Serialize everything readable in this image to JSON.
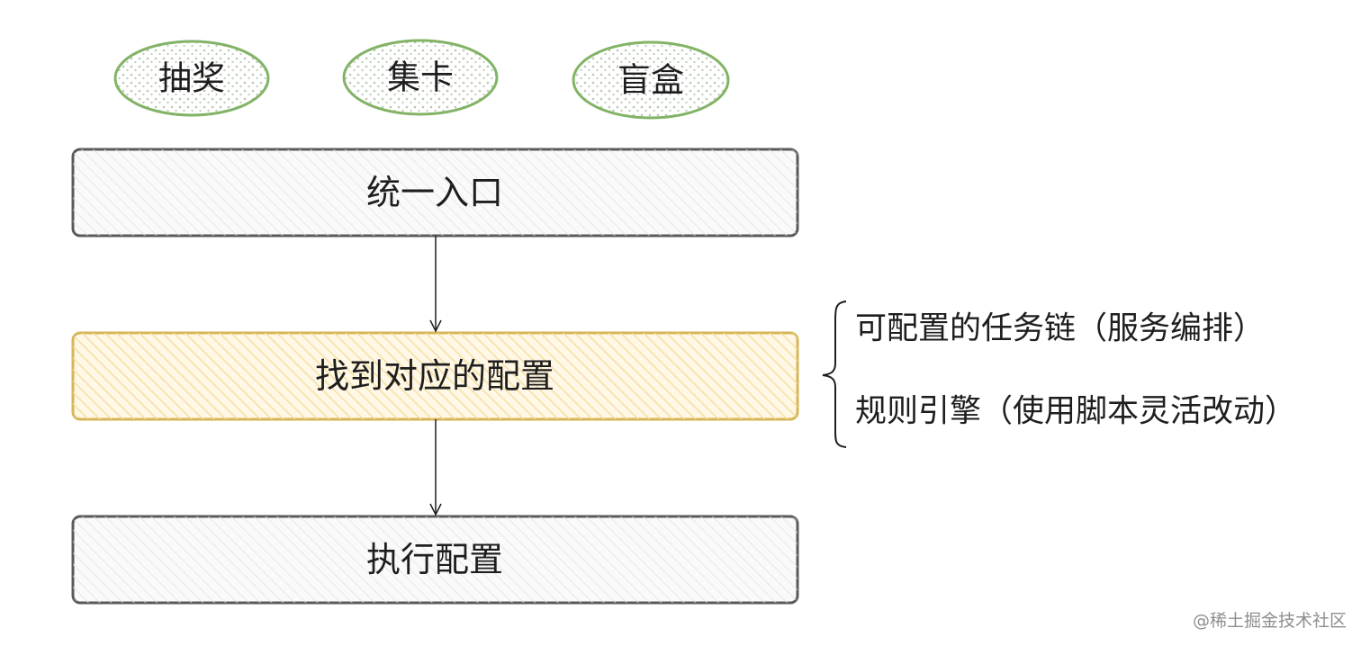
{
  "categories": [
    {
      "label": "抽奖"
    },
    {
      "label": "集卡"
    },
    {
      "label": "盲盒"
    }
  ],
  "flow": {
    "entry": "统一入口",
    "config": "找到对应的配置",
    "execute": "执行配置"
  },
  "options": {
    "task_chain": "可配置的任务链（服务编排）",
    "rule_engine": "规则引擎（使用脚本灵活改动）"
  },
  "watermark": "@稀土掘金技术社区",
  "colors": {
    "pill_stroke": "#82b366",
    "pill_dots": "#b9c9b4",
    "box_stroke": "#5a5a5a",
    "box_hatch": "#dcdcdc",
    "highlight_stroke": "#d6b656",
    "highlight_hatch": "#f2dc9e",
    "arrow": "#1e1e1e"
  }
}
